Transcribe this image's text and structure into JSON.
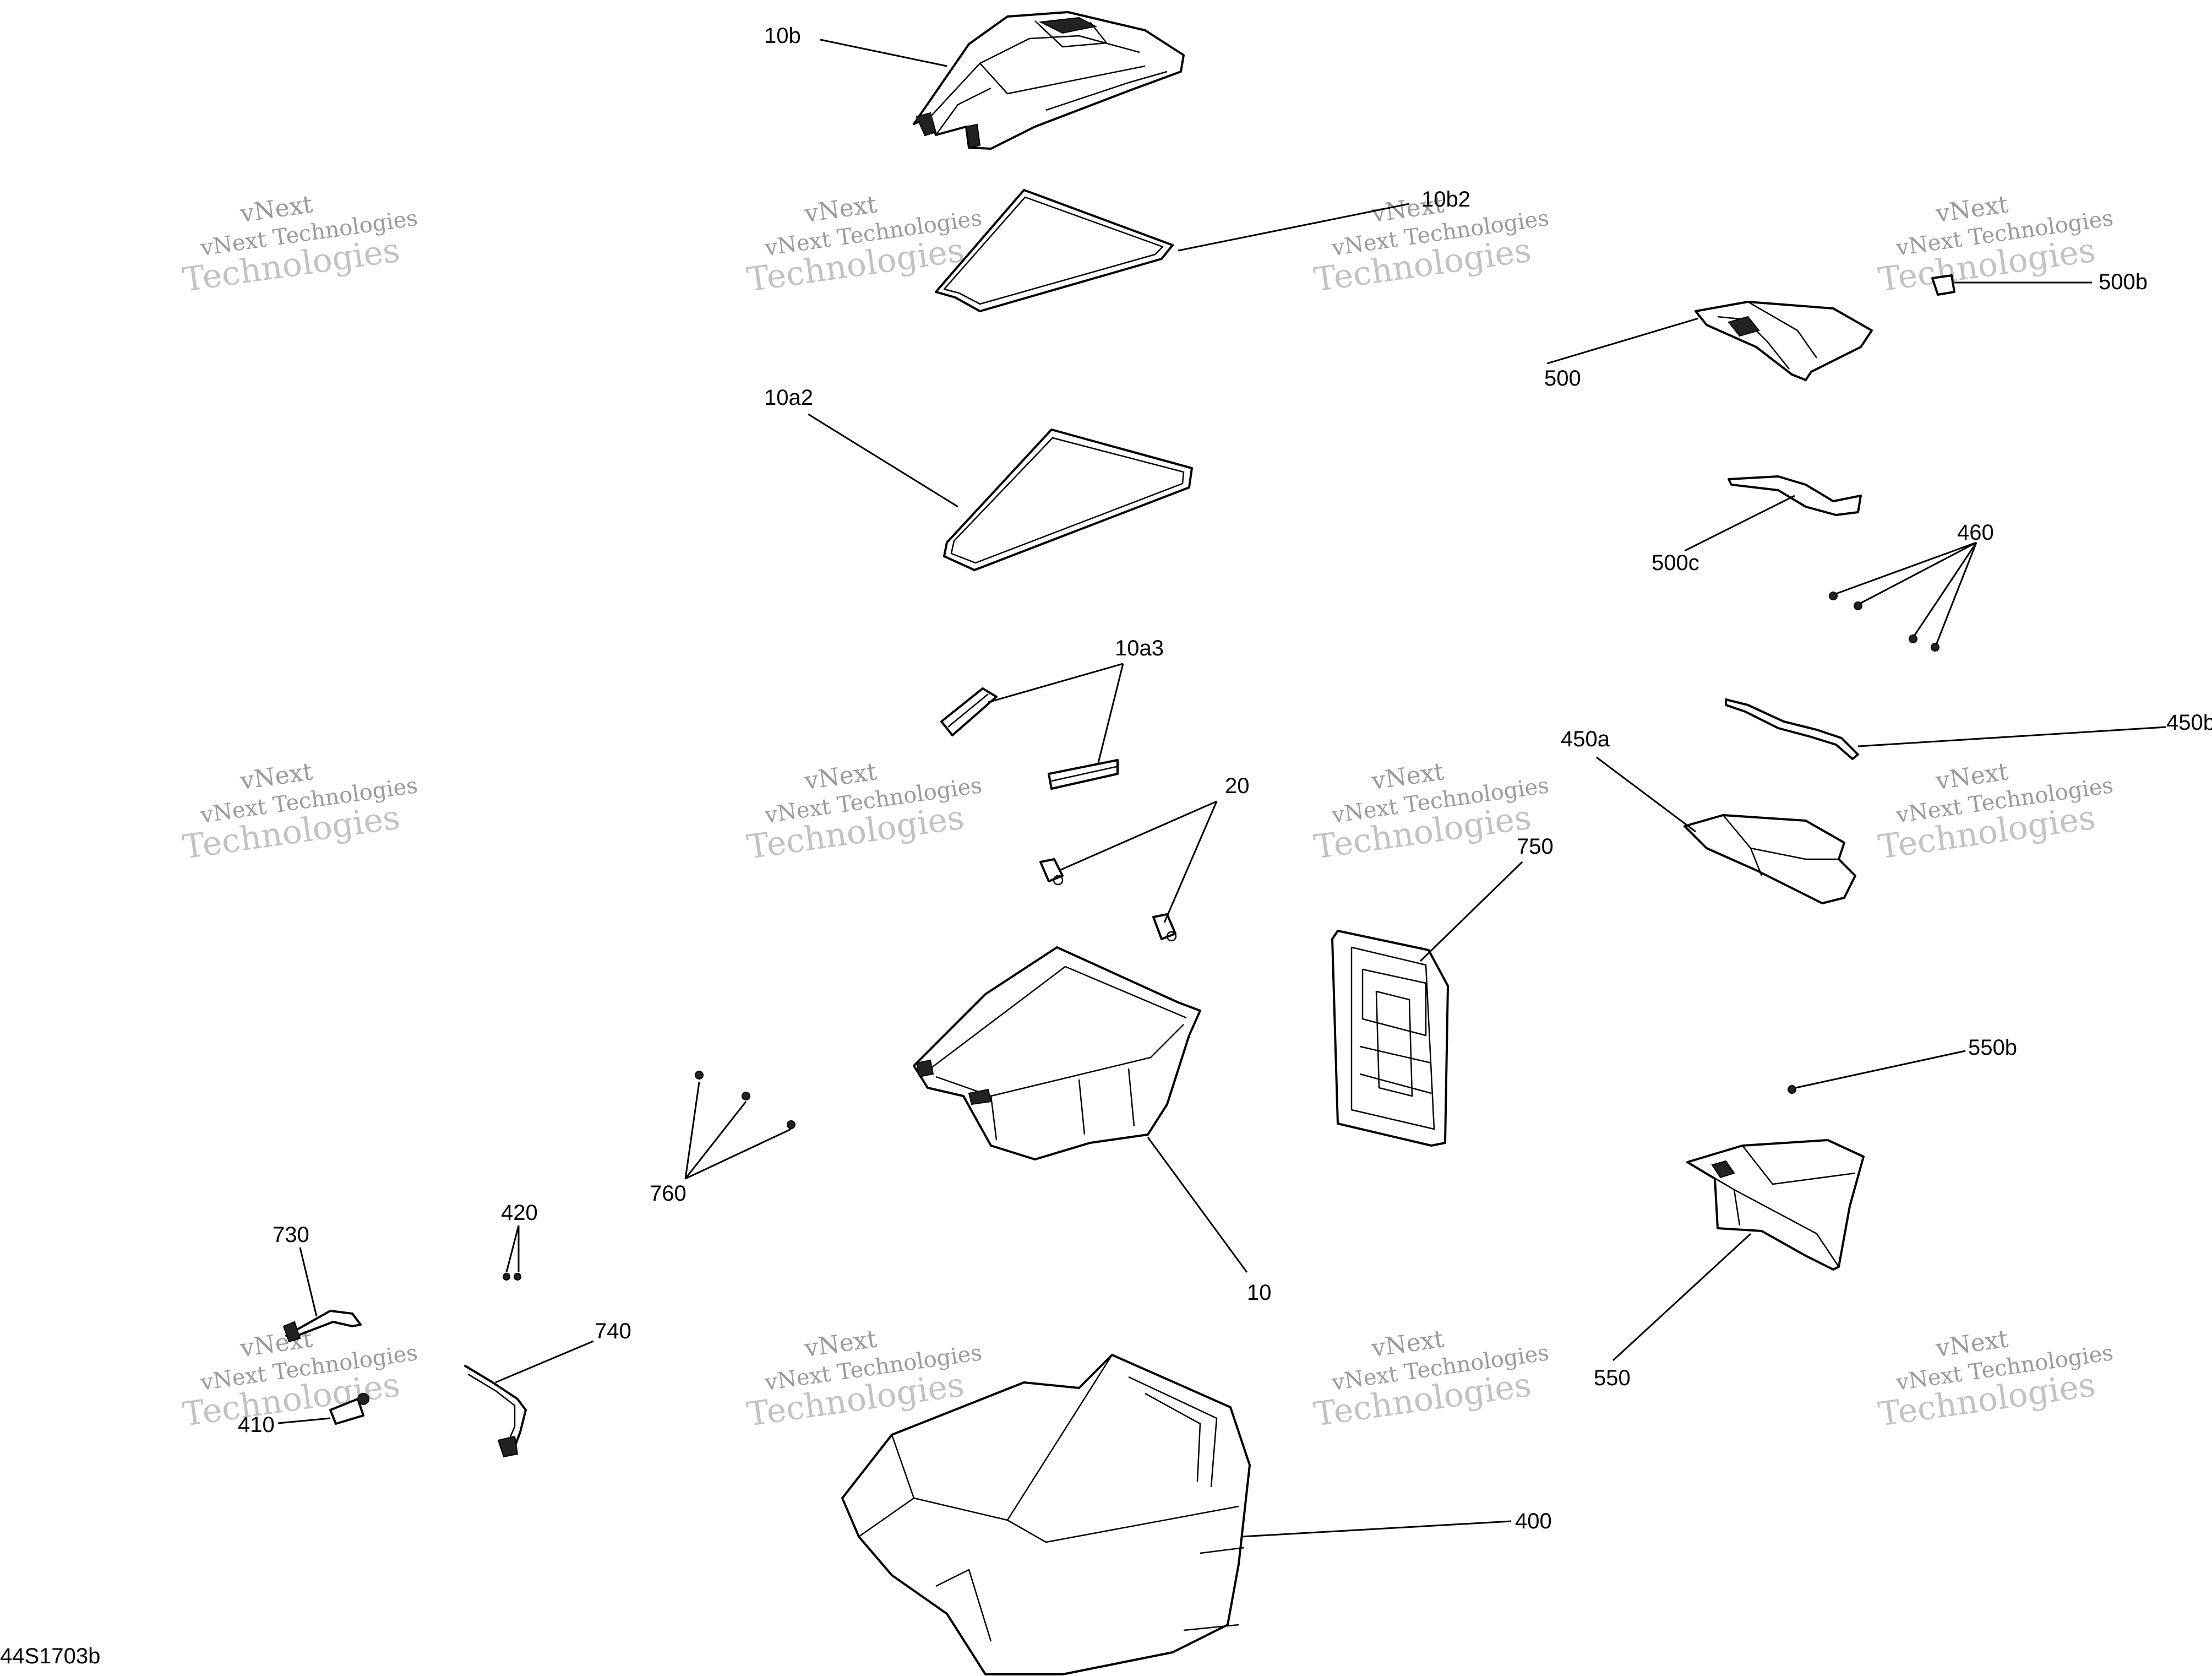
{
  "diagram": {
    "reference_code": "44S1703b",
    "watermark": {
      "line1": "vNext",
      "line2": "vNext Technologies",
      "line3": "Technologies"
    },
    "callouts": [
      {
        "id": "10b",
        "label": "10b"
      },
      {
        "id": "10b2",
        "label": "10b2"
      },
      {
        "id": "10a2",
        "label": "10a2"
      },
      {
        "id": "10a3",
        "label": "10a3"
      },
      {
        "id": "20",
        "label": "20"
      },
      {
        "id": "10",
        "label": "10"
      },
      {
        "id": "760",
        "label": "760"
      },
      {
        "id": "420",
        "label": "420"
      },
      {
        "id": "730",
        "label": "730"
      },
      {
        "id": "740",
        "label": "740"
      },
      {
        "id": "410",
        "label": "410"
      },
      {
        "id": "400",
        "label": "400"
      },
      {
        "id": "750",
        "label": "750"
      },
      {
        "id": "500",
        "label": "500"
      },
      {
        "id": "500b",
        "label": "500b"
      },
      {
        "id": "500c",
        "label": "500c"
      },
      {
        "id": "460",
        "label": "460"
      },
      {
        "id": "450a",
        "label": "450a"
      },
      {
        "id": "450b",
        "label": "450b"
      },
      {
        "id": "550b",
        "label": "550b"
      },
      {
        "id": "550",
        "label": "550"
      }
    ]
  }
}
